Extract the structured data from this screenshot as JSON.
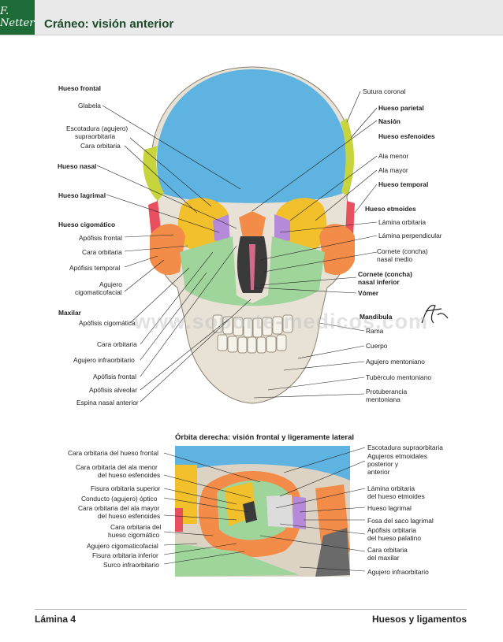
{
  "header": {
    "logo": "F. Netter",
    "title": "Cráneo: visión anterior"
  },
  "watermark": "www.soporte-medicos.com",
  "signature": "F. Netter M.D.",
  "skull_left_labels": [
    "Hueso frontal",
    "Glabela",
    "Escotadura (agujero)",
    "supraorbitaria",
    "Cara orbitaria",
    "Hueso nasal",
    "Hueso lagrimal",
    "Hueso cigomático",
    "Apófisis frontal",
    "Cara orbitaria",
    "Apófisis temporal",
    "Agujero",
    "cigomaticofacial",
    "Maxilar",
    "Apófisis cigomática",
    "Cara orbitaria",
    "Agujero infraorbitario",
    "Apófisis frontal",
    "Apófisis alveolar",
    "Espina nasal anterior"
  ],
  "skull_right_labels": [
    "Sutura coronal",
    "Hueso parietal",
    "Nasión",
    "Hueso esfenoides",
    "Ala menor",
    "Ala mayor",
    "Hueso temporal",
    "Hueso etmoides",
    "Lámina orbitaria",
    "Lámina perpendicular",
    "Cornete (concha)",
    "nasal medio",
    "Cornete (concha)",
    "nasal inferior",
    "Vómer",
    "Mandíbula",
    "Rama",
    "Cuerpo",
    "Agujero mentoniano",
    "Tubérculo mentoniano",
    "Protuberancia",
    "mentoniana"
  ],
  "orbit": {
    "title": "Órbita derecha: visión frontal y ligeramente lateral",
    "left_labels": [
      "Cara orbitaria del hueso frontal",
      "Cara orbitaria del ala menor",
      "del hueso esfenoides",
      "Fisura orbitaria superior",
      "Conducto (agujero) óptico",
      "Cara orbitaria del ala mayor",
      "del hueso esfenoides",
      "Cara orbitaria del",
      "hueso cigomático",
      "Agujero cigomaticofacial",
      "Fisura orbitaria inferior",
      "Surco infraorbitario"
    ],
    "right_labels": [
      "Escotadura supraorbitaria",
      "Agujeros etmoidales",
      "posterior y",
      "anterior",
      "Lámina orbitaria",
      "del hueso etmoides",
      "Hueso lagrimal",
      "Fosa del saco lagrimal",
      "Apófisis orbitaria",
      "del hueso palatino",
      "Cara orbitaria",
      "del maxilar",
      "Agujero infraorbitario"
    ]
  },
  "footer": {
    "left": "Lámina 4",
    "right": "Huesos y ligamentos"
  }
}
